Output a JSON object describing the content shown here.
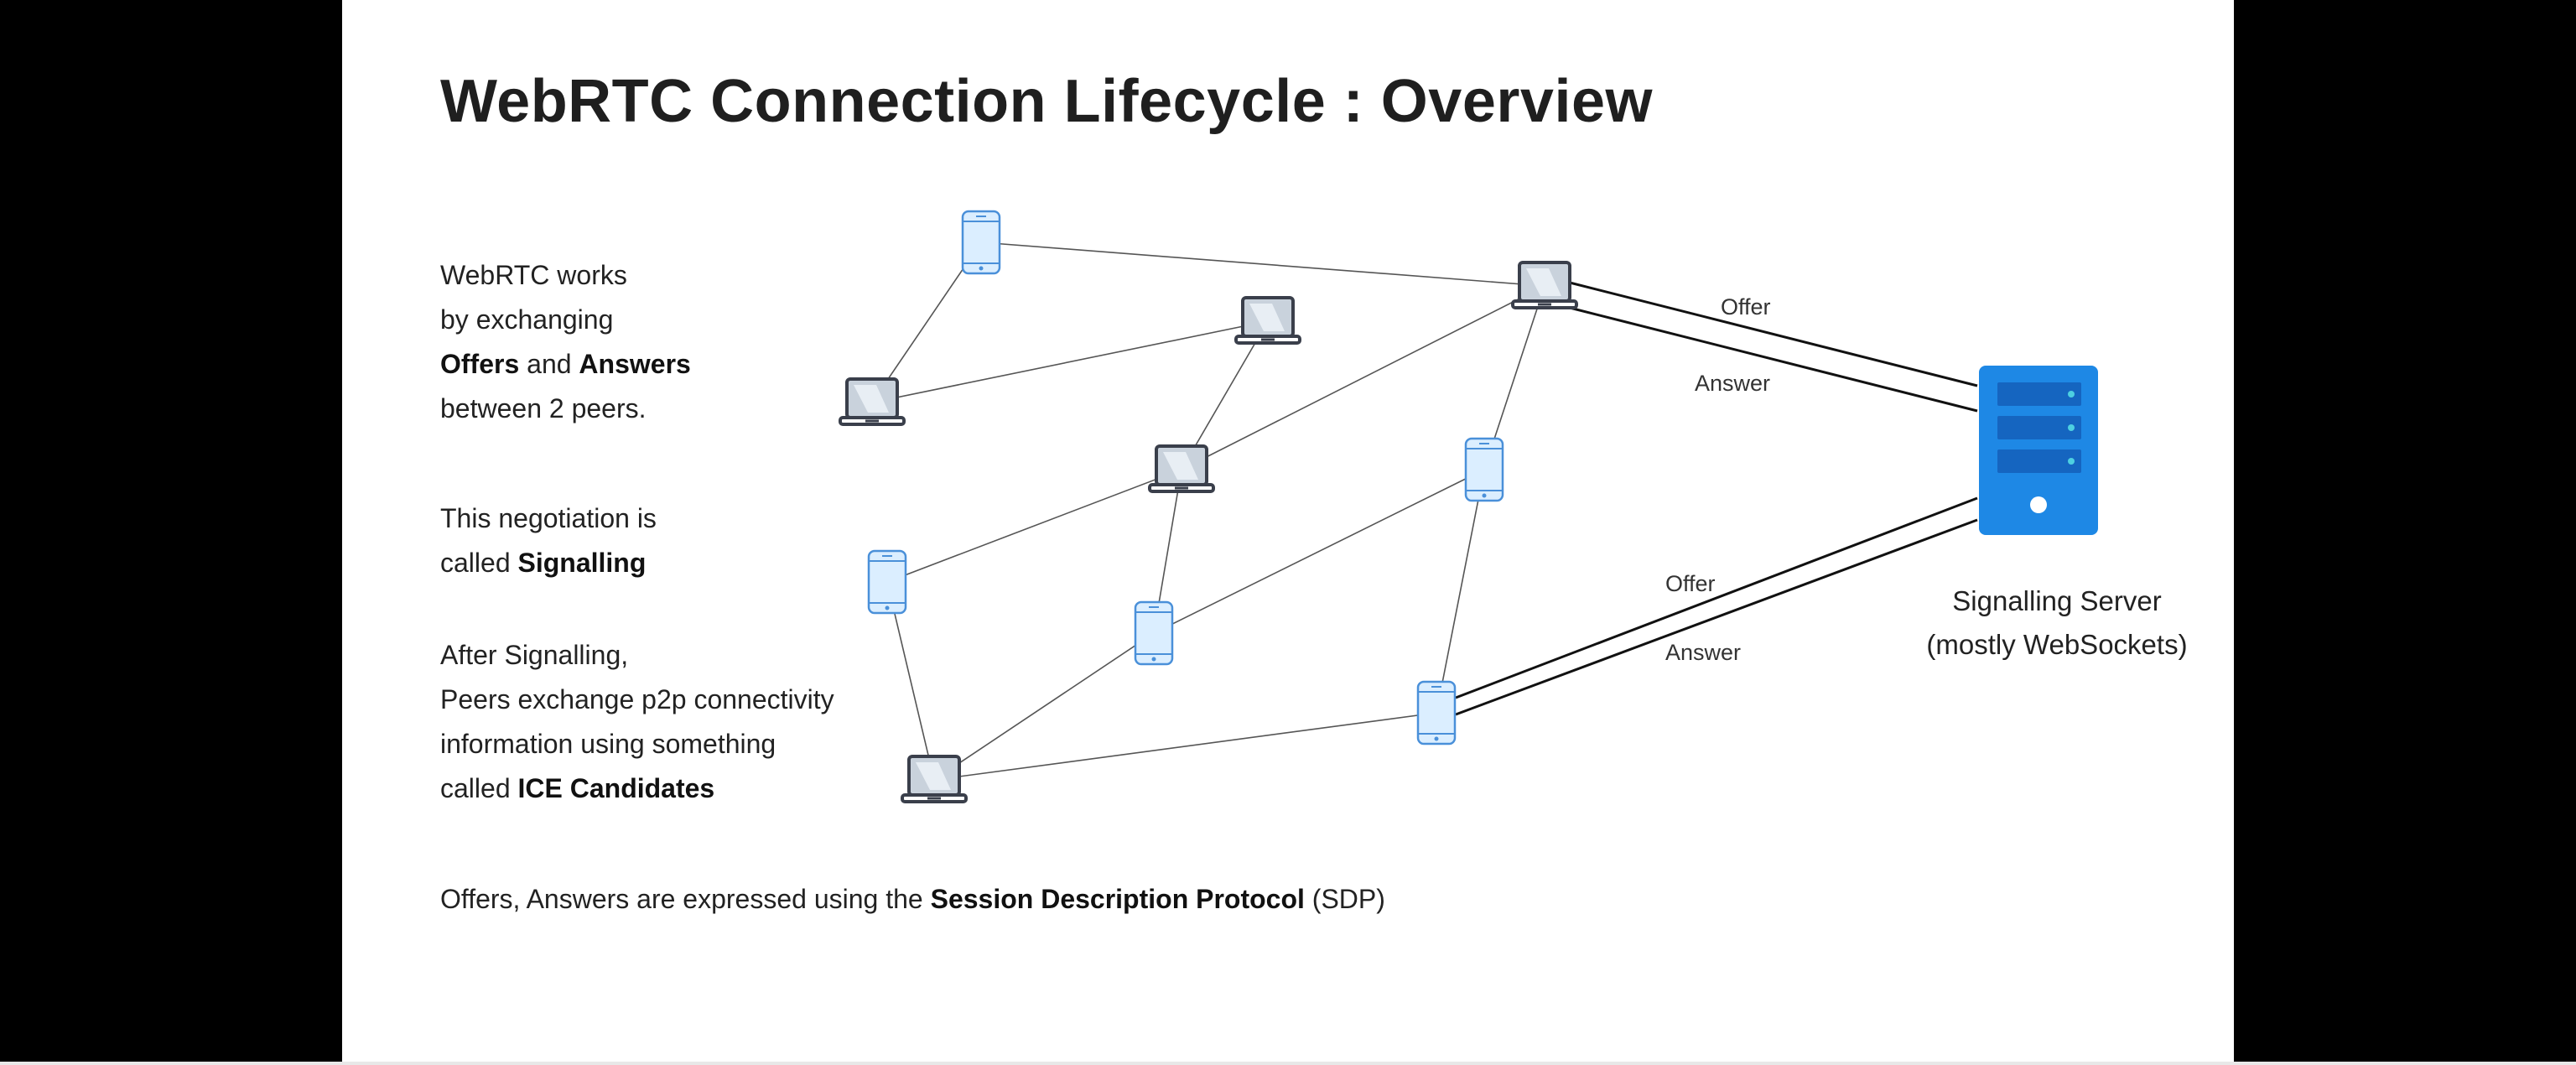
{
  "title": "WebRTC Connection Lifecycle : Overview",
  "paragraphs": {
    "p1": {
      "line1": "WebRTC works",
      "line2": "by exchanging",
      "offers": "Offers",
      "and": " and ",
      "answers": "Answers",
      "line4": "between 2 peers."
    },
    "p2": {
      "line1": "This negotiation is",
      "called": "called ",
      "signalling": "Signalling"
    },
    "p3": {
      "line1": "After Signalling,",
      "line2": "Peers exchange p2p connectivity",
      "line3": "information using something",
      "called": "called ",
      "ice": "ICE Candidates"
    },
    "p4": {
      "before": "Offers, Answers are expressed using the ",
      "sdp_bold": "Session Description Protocol",
      "after": " (SDP)"
    }
  },
  "diagram": {
    "labels": {
      "offer_top": "Offer",
      "answer_top": "Answer",
      "offer_bottom": "Offer",
      "answer_bottom": "Answer"
    },
    "server": {
      "line1": "Signalling Server",
      "line2": "(mostly WebSockets)"
    },
    "colors": {
      "phone_fill": "#dbeeff",
      "phone_stroke": "#4a90d9",
      "laptop_stroke": "#3a3f4b",
      "server_fill": "#1e88e5",
      "server_slot": "#1565c0",
      "server_led": "#4dd0e1"
    }
  }
}
